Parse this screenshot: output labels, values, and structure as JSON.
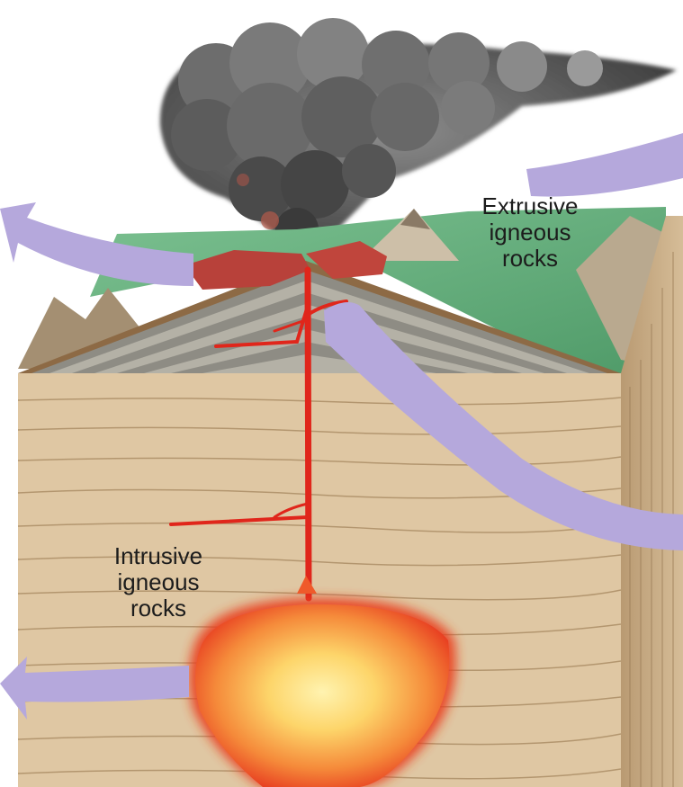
{
  "labels": {
    "extrusive": [
      "Extrusive",
      "igneous",
      "rocks"
    ],
    "intrusive": [
      "Intrusive",
      "igneous",
      "rocks"
    ]
  },
  "colors": {
    "sky": "#ffffff",
    "crust": "#dfc7a3",
    "crust_side": "#cdb089",
    "strata_line": "#a98b63",
    "volcano_layers": [
      "#8e8c84",
      "#b4b1a6"
    ],
    "soil": "#8d6a45",
    "vegetation": "#5fa875",
    "lava_flow": "#b8413a",
    "magma_conduit": "#e0261b",
    "magma_core": "#fff2a8",
    "magma_edge": "#ea3c1e",
    "ash": "#4d4d4d",
    "cycle_arrow": "#b5a8dc"
  },
  "icons": [
    "ash-cloud",
    "magma-chamber",
    "cycle-arrow"
  ]
}
